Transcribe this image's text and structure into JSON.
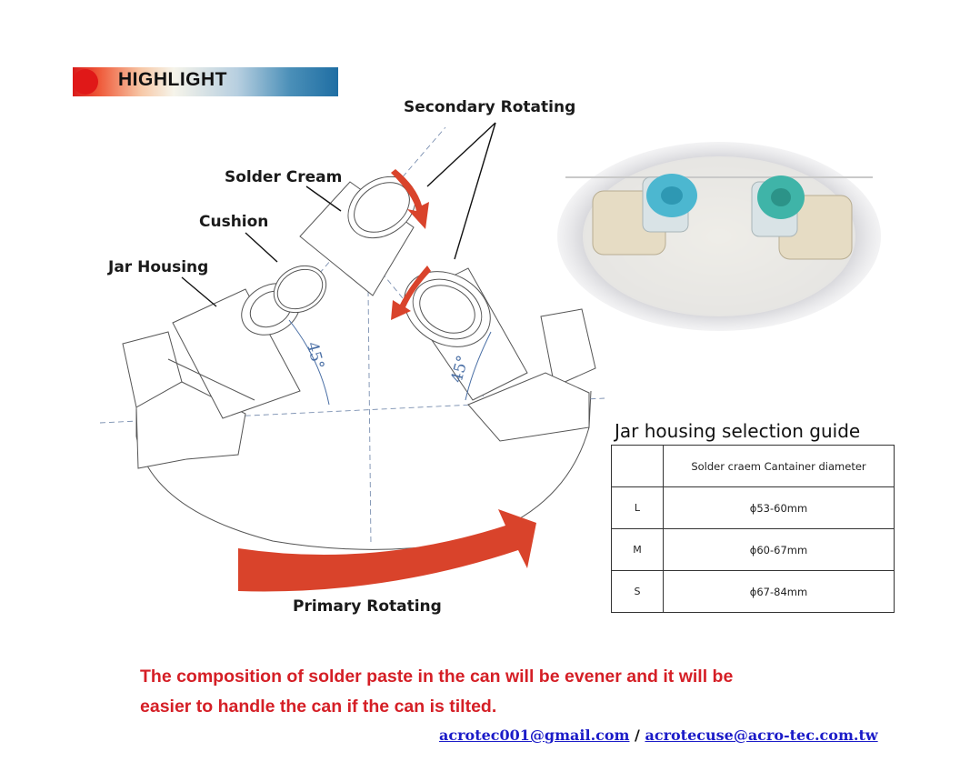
{
  "highlight": {
    "label": "HIGHLIGHT",
    "colors": {
      "dot": "#e01818",
      "start": "#d91a1a",
      "end": "#1f6ea3"
    }
  },
  "diagram": {
    "labels": {
      "secondary_rotating": "Secondary Rotating",
      "solder_cream": "Solder Cream",
      "cushion": "Cushion",
      "jar_housing": "Jar Housing",
      "primary_rotating": "Primary Rotating",
      "angle_left": "45°",
      "angle_right": "45°"
    },
    "arrow_color": "#d9432b"
  },
  "guide": {
    "title": "Jar housing selection guide",
    "header": [
      "",
      "Solder craem Cantainer diameter"
    ],
    "rows": [
      {
        "size": "L",
        "diameter": "ϕ53-60mm"
      },
      {
        "size": "M",
        "diameter": "ϕ60-67mm"
      },
      {
        "size": "S",
        "diameter": "ϕ67-84mm"
      }
    ]
  },
  "note": {
    "line1": "The composition of solder paste in the can will be evener and it will be",
    "line2": "easier to handle the can if the can is tilted.",
    "color": "#d51f26"
  },
  "contact": {
    "email1": "acrotec001@gmail.com",
    "separator": " / ",
    "email2": "acrotecuse@acro-tec.com.tw"
  }
}
